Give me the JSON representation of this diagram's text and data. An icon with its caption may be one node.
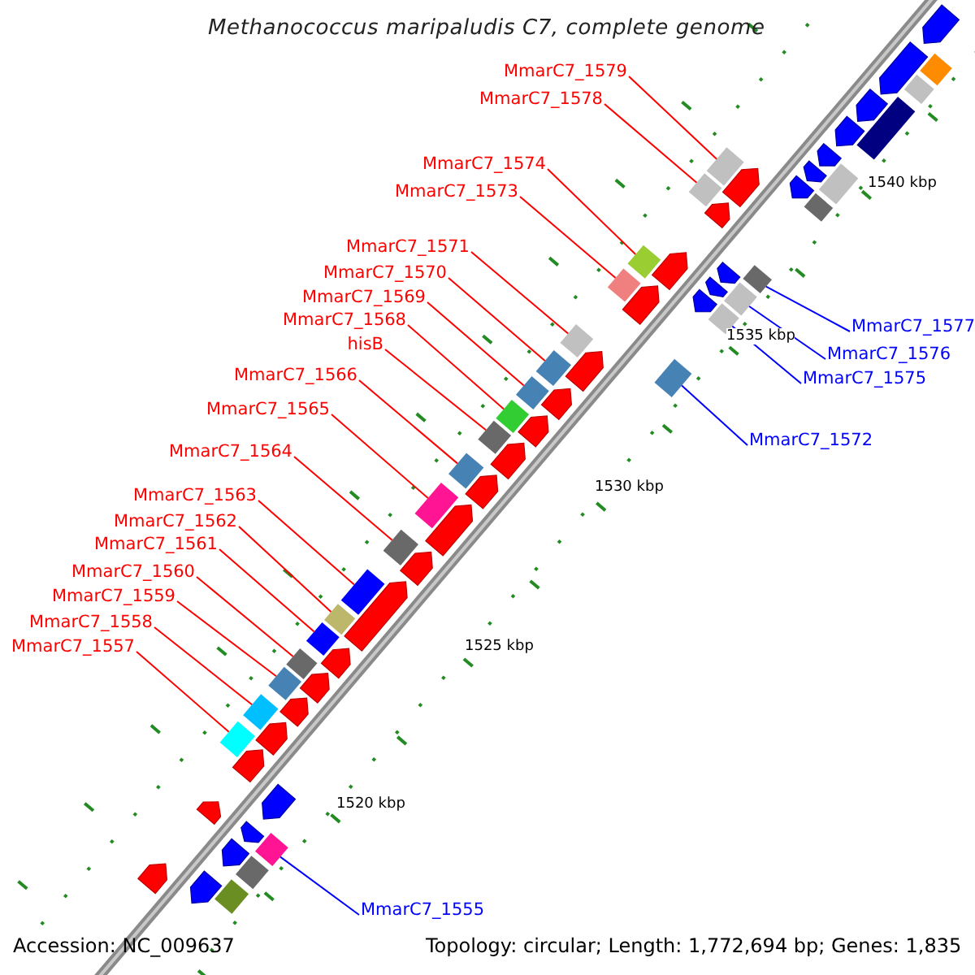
{
  "diagram": {
    "title": "Methanococcus maripaludis C7, complete genome",
    "nodes": [
      {
        "text": [
          "MmarC7_1579"
        ]
      },
      {
        "text": [
          "MmarC7_1578"
        ]
      },
      {
        "text": [
          "MmarC7_1574"
        ]
      },
      {
        "text": [
          "MmarC7_1573"
        ]
      },
      {
        "text": [
          "MmarC7_1571"
        ]
      },
      {
        "text": [
          "MmarC7_1570"
        ]
      },
      {
        "text": [
          "MmarC7_1569"
        ]
      },
      {
        "text": [
          "MmarC7_1568"
        ]
      },
      {
        "text": [
          "hisB"
        ]
      },
      {
        "text": [
          "MmarC7_1566"
        ]
      },
      {
        "text": [
          "MmarC7_1565"
        ]
      },
      {
        "text": [
          "MmarC7_1564"
        ]
      },
      {
        "text": [
          "MmarC7_1563"
        ]
      },
      {
        "text": [
          "MmarC7_1562"
        ]
      },
      {
        "text": [
          "MmarC7_1561"
        ]
      },
      {
        "text": [
          "MmarC7_1560"
        ]
      },
      {
        "text": [
          "MmarC7_1559"
        ]
      },
      {
        "text": [
          "MmarC7_1558"
        ]
      },
      {
        "text": [
          "MmarC7_1557"
        ]
      },
      {
        "text": [
          "MmarC7_1577"
        ]
      },
      {
        "text": [
          "MmarC7_1576"
        ]
      },
      {
        "text": [
          "MmarC7_1575"
        ]
      },
      {
        "text": [
          "MmarC7_1572"
        ]
      },
      {
        "text": [
          "MmarC7_1555"
        ]
      },
      {
        "text": [],
        "shape": "box"
      },
      {
        "text": [],
        "shape": "box"
      },
      {
        "text": [],
        "shape": "box"
      },
      {
        "text": [],
        "shape": "box"
      },
      {
        "text": [],
        "shape": "box"
      },
      {
        "text": [],
        "shape": "box"
      },
      {
        "text": [],
        "shape": "box"
      },
      {
        "text": [],
        "shape": "box"
      },
      {
        "text": [],
        "shape": "box"
      },
      {
        "text": [],
        "shape": "box"
      },
      {
        "text": [],
        "shape": "box"
      },
      {
        "text": [],
        "shape": "box"
      },
      {
        "text": [],
        "shape": "box"
      },
      {
        "text": [],
        "shape": "box"
      },
      {
        "text": [],
        "shape": "box"
      },
      {
        "text": [],
        "shape": "box"
      },
      {
        "text": [],
        "shape": "box"
      },
      {
        "text": [],
        "shape": "box"
      },
      {
        "text": [],
        "shape": "box"
      },
      {
        "text": [],
        "shape": "box"
      },
      {
        "text": [],
        "shape": "box"
      },
      {
        "text": [],
        "shape": "box"
      },
      {
        "text": [],
        "shape": "box"
      },
      {
        "text": [],
        "shape": "box"
      },
      {
        "text": [],
        "shape": "box"
      },
      {
        "text": [],
        "shape": "box"
      },
      {
        "text": [],
        "shape": "box"
      },
      {
        "text": [],
        "shape": "box"
      },
      {
        "text": [],
        "shape": "box"
      },
      {
        "text": [],
        "shape": "box"
      },
      {
        "text": [],
        "shape": "box"
      }
    ],
    "edges": [
      {
        "from": 0,
        "to": 24,
        "arrow": "none"
      },
      {
        "from": 1,
        "to": 25,
        "arrow": "none"
      },
      {
        "from": 2,
        "to": 26,
        "arrow": "none"
      },
      {
        "from": 3,
        "to": 27,
        "arrow": "none"
      },
      {
        "from": 4,
        "to": 28,
        "arrow": "none"
      },
      {
        "from": 5,
        "to": 29,
        "arrow": "none"
      },
      {
        "from": 6,
        "to": 30,
        "arrow": "none"
      },
      {
        "from": 7,
        "to": 31,
        "arrow": "none"
      },
      {
        "from": 8,
        "to": 32,
        "arrow": "none"
      },
      {
        "from": 9,
        "to": 33,
        "arrow": "none"
      },
      {
        "from": 10,
        "to": 34,
        "arrow": "none"
      },
      {
        "from": 11,
        "to": 35,
        "arrow": "none"
      },
      {
        "from": 12,
        "to": 36,
        "arrow": "none"
      },
      {
        "from": 13,
        "to": 37,
        "arrow": "none"
      },
      {
        "from": 14,
        "to": 38,
        "arrow": "none"
      },
      {
        "from": 15,
        "to": 39,
        "arrow": "none"
      },
      {
        "from": 16,
        "to": 40,
        "arrow": "none"
      },
      {
        "from": 17,
        "to": 41,
        "arrow": "none"
      },
      {
        "from": 18,
        "to": 42,
        "arrow": "none"
      },
      {
        "from": 19,
        "to": 43,
        "arrow": "none",
        "color": "#0000ff"
      },
      {
        "from": 20,
        "to": 44,
        "arrow": "none",
        "color": "#0000ff"
      },
      {
        "from": 21,
        "to": 45,
        "arrow": "none",
        "color": "#0000ff"
      },
      {
        "from": 22,
        "to": 46,
        "arrow": "none",
        "color": "#0000ff"
      },
      {
        "from": 23,
        "to": 47,
        "arrow": "none",
        "color": "#0000ff"
      }
    ],
    "labels": [
      "1540 kbp",
      "1535 kbp",
      "1530 kbp",
      "1525 kbp",
      "1520 kbp",
      "Accession: NC_009637",
      "Topology: circular; Length: 1,772,694 bp; Genes: 1,835"
    ]
  }
}
